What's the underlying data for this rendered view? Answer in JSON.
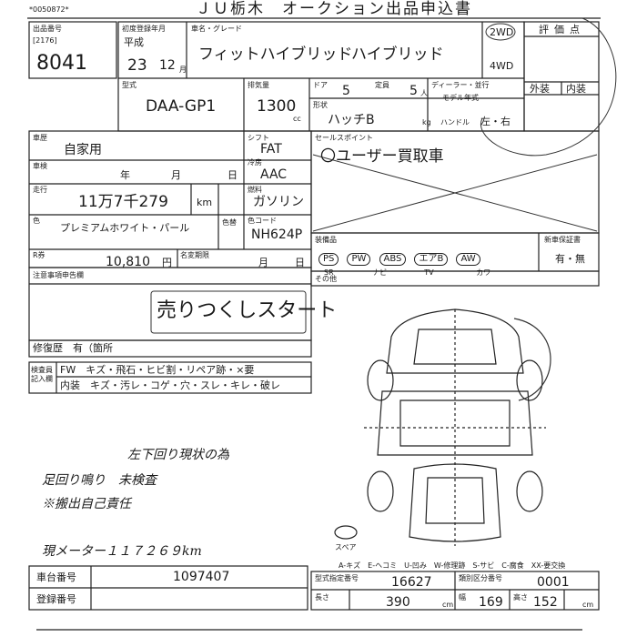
{
  "header": {
    "serial": "*0050872*",
    "title": "ＪＵ栃木　オークション出品申込書"
  },
  "left_header": {
    "exhibitor_label": "出品番号",
    "code": "[2176]",
    "lot_number": "8041"
  },
  "registration": {
    "label": "初度登録年月",
    "era": "平成",
    "year": "23",
    "month": "12",
    "month_unit": "月"
  },
  "vehicle": {
    "name_label": "車名・グレード",
    "name": "フィットハイブリッド",
    "grade": "ハイブリッド",
    "drive_2wd": "2WD",
    "drive_4wd": "4WD",
    "model_label": "型式",
    "model": "DAA-GP1",
    "displacement_label": "排気量",
    "displacement": "1300",
    "displacement_unit": "cc",
    "doors_label": "ドア",
    "doors": "5",
    "capacity_label": "定員",
    "capacity": "5",
    "capacity_unit": "人",
    "shape_label": "形状",
    "shape": "ハッチB",
    "dealer_label": "ディーラー・並行",
    "handle_label": "ハンドル",
    "handle": "左・右",
    "model_year_label": "モデル年式",
    "weight_unit": "kg"
  },
  "score": {
    "label": "評価点",
    "exterior_label": "外装",
    "interior_label": "内装"
  },
  "details": {
    "usage_label": "車歴",
    "usage": "自家用",
    "inspection_label": "車検",
    "inspection_year": "年",
    "inspection_month": "月",
    "inspection_day": "日",
    "mileage_label": "走行",
    "mileage": "11万7千279",
    "mileage_unit": "km",
    "color_label": "色",
    "color": "プレミアムホワイト・パール",
    "color_code_label": "色コード",
    "color_code": "NH624P",
    "recycle_label": "R券",
    "recycle": "10,810",
    "recycle_unit": "円",
    "registered_deadline_label": "名変期限",
    "registered_month": "月",
    "registered_day": "日",
    "shift_label": "シフト",
    "shift": "FAT",
    "ac_label": "冷房",
    "ac": "AAC",
    "fuel_label": "燃料",
    "fuel": "ガソリン",
    "color_change_label": "色替",
    "notes_label": "注意事項申告欄"
  },
  "sales_point": {
    "label": "セールスポイント",
    "text": "〇ユーザー買取車"
  },
  "options": {
    "label": "装備品",
    "row1": [
      "PS",
      "PW",
      "ABS",
      "エアB",
      "AW"
    ],
    "row2": [
      "SR",
      "ナビ",
      "TV",
      "カワ"
    ],
    "new_label": "新車保証書",
    "new_value": "有・無"
  },
  "other_label": "その他",
  "stamp": "売りつくしスタート",
  "repair": {
    "label": "修復歴",
    "value": "有（箇所"
  },
  "inspector": {
    "label": "検査員記入欄",
    "row1": "FW　キズ・飛石・ヒビ割・リペア跡・×要",
    "row2": "内装　キズ・汚レ・コゲ・穴・スレ・キレ・破レ"
  },
  "handwritten": {
    "line1": "左下回り現状の為",
    "line2": "足回り鳴り　未検査",
    "line3": "※搬出自己責任",
    "line4": "現メーター１１７２６９km"
  },
  "diagram": {
    "spare_label": "スペア",
    "legend": "A-キズ　E-ヘコミ　U-凹み　W-修理跡　S-サビ　C-腐食　XX-要交換"
  },
  "chassis": {
    "label": "車台番号",
    "value": "1097407"
  },
  "registration_number": {
    "label": "登録番号"
  },
  "dimensions": {
    "model_label": "型式指定番号",
    "model_value": "16627",
    "category_label": "類別区分番号",
    "category_value": "0001",
    "length_label": "長さ",
    "length": "390",
    "width_label": "幅",
    "width": "169",
    "height_label": "高さ",
    "height": "152",
    "unit": "cm"
  }
}
